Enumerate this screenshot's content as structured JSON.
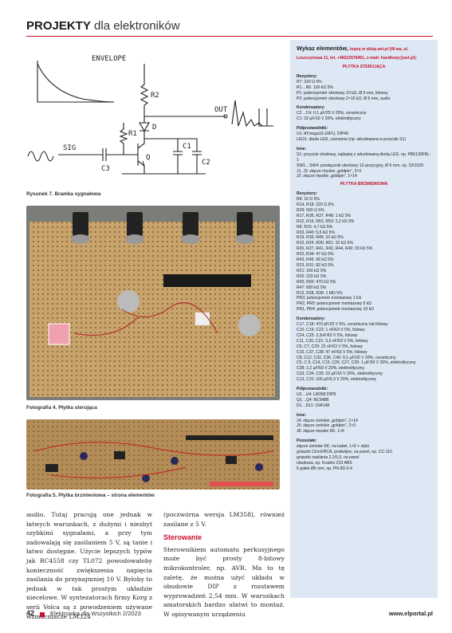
{
  "header": {
    "title_bold": "PROJEKTY",
    "title_rest": "dla elektroników"
  },
  "schematic": {
    "labels": {
      "envelope": "ENVELOPE",
      "out": "OUT",
      "sig": "SIG",
      "r1": "R1",
      "r2": "R2",
      "c1": "C1",
      "c2": "C2",
      "c3": "C3",
      "d": "D",
      "q": "Q"
    }
  },
  "captions": {
    "fig7": "Rysunek 7. Bramka sygnałowa",
    "photo4": "Fotografia 4. Płytka sterująca",
    "photo5": "Fotografia 5. Płytka brzmieniowa – strona elementów"
  },
  "body": {
    "col1": "audio. Tutaj pracują one jednak w łatwych warunkach, z dużymi i niezbyt szybkimi sygnałami, a przy tym zadowalają się zasilaniem 5 V, są tanie i łatwo dostępne. Użycie lepszych typów jak RC4558 czy TL072 powodowałoby konieczność zwiększenia napięcia zasilania do przynajmniej 10 V. Byłoby to jednak w tak prostym układzie niecelowe. W syntezatorach firmy Korg z serii Volca są z powodzeniem używane wzmacniacze LM324",
    "col2_intro": "(poczwórna wersja LM358), również zasilane z 5 V.",
    "section": "Sterowanie",
    "col2_text": "Sterownikiem automatu perkusyjnego może być prosty 8-bitowy mikrokontroler, np. AVR. Ma to tę zaletę, że można użyć układu w obudowie DIP z rozstawem wyprowadzeń 2,54 mm. W warunkach amatorskich bardzo ułatwi to montaż. W opisywanym urządzeniu"
  },
  "sidebar": {
    "title": "Wykaz elementów,",
    "title_extra": "kupuj w sklep.avt.pl (W-wa, ul. Leszczynowa 11, tel. +48222578451, e-mail: handlowy@avt.pl):",
    "board1": "PŁYTKA STERUJĄCA",
    "groups1": [
      {
        "head": "Rezystory:",
        "items": [
          "R7: 220 Ω 5%",
          "R1…R6: 100 kΩ 5%",
          "P1: potencjometr obrotowy 10 kΩ, Ø 6 mm, liniowy",
          "P2: potencjometr obrotowy 2×10 kΩ, Ø 6 mm, audio"
        ]
      },
      {
        "head": "Kondensatory:",
        "items": [
          "C2…C4: 0,1 µF/25 V 20%, ceramiczny",
          "C1: 22 µF/16 V 20%, elektrolityczny"
        ]
      },
      {
        "head": "Półprzewodniki:",
        "items": [
          "U1: ATmega16-16PU, DIP40",
          "LED1: dioda LED, czerwona (np. wbudowana w przycisk S1)"
        ]
      },
      {
        "head": "Inne:",
        "items": [
          "S1: przycisk chwilowy, najlepiej z wbudowaną diodą LED, np. PB6133F8L-1",
          "SW1…SW4: przełącznik obrotowy 12-pozycyjny, Ø 6 mm, np. CK1029",
          "J1, J3: złącze męskie „goldpin”, 2×3",
          "J2: złącze męskie „goldpin”, 1×14"
        ]
      }
    ],
    "board2": "PŁYTKA BRZMIENIOWA",
    "groups2": [
      {
        "head": "Rezystory:",
        "items": [
          "R9: 10 Ω 5%",
          "R14, R18: 220 Ω 5%",
          "R29: 560 Ω 5%",
          "R17, R36, R37, R48: 1 kΩ 5%",
          "R12, R16, R52, R53: 2,2 kΩ 5%",
          "R8, R15: 4,7 kΩ 5%",
          "R33, R40: 5,6 kΩ 5%",
          "R19, R35, R46: 10 kΩ 5%",
          "R10, R24, R30, R51: 22 kΩ 5%",
          "R26, R27, R41, R42, R44, R49: 33 kΩ 5%",
          "R22, R34: 47 kΩ 5%",
          "R43, R45: 68 kΩ 5%",
          "R23, R31: 82 kΩ 5%",
          "R21: 150 kΩ 5%",
          "R25: 220 kΩ 5%",
          "R20, R50: 470 kΩ 5%",
          "R47: 680 kΩ 5%",
          "R13, R28, R38: 1 MΩ 5%",
          "PR3: potencjometr montażowy 1 kΩ",
          "PR2, PR5: potencjometr montażowy 5 kΩ",
          "PR1, PR4: potencjometr montażowy 10 kΩ"
        ]
      },
      {
        "head": "Kondensatory:",
        "items": [
          "C17, C18: 470 pF/25 V 5%, ceramiczny lub foliowy",
          "C10, C19, C22: 1 nF/63 V 5%, foliowy",
          "C24, C25: 2,2nF/63 V 5%, foliowy",
          "C11, C20, C21: 3,3 nF/63 V 5%, foliowy",
          "C6, C7, C29: 22 nF/63 V 5%, foliowy",
          "C16, C37, C38: 47 nF/63 V 5%, foliowy",
          "C8, C12, C32, C36, C40: 0,1 µF/25 V 20%, ceramiczny",
          "C5, C 9, C14, C15, C26, C27, C39: 1 µF/50 V 20%, elektrolityczny",
          "C28: 2,2 µF/50 V 20%, elektrolityczny",
          "C33, C34, C35: 22 µF/16 V 20%, elektrolityczny",
          "C13, C31: 100 µF/6,3 V 20%, elektrolityczny"
        ]
      },
      {
        "head": "Półprzewodniki:",
        "items": [
          "U2…U4: LM358 DIP8",
          "Q1…Q4: BC548B",
          "D1…D11: 1N4148"
        ]
      },
      {
        "head": "Inne:",
        "items": [
          "J4: złącze żeńskie „goldpin”, 1×14",
          "J5: złącze żeńskie „goldpin”, 2×3",
          "J6: złącze męskie KK, 1×6"
        ]
      },
      {
        "head": "Pozostałe:",
        "items": [
          "złącze żeńskie KK, na kabel, 1×6 + styki",
          "gniazdo Cinch/RCA, podwójne, na panel, np. CC-110",
          "gniazdo zasilania 2,1/5,5, na panel",
          "obudowa, np. Kradex Z33 ABS",
          "6 gałek Ø6 mm, np. PN-9D-6.4"
        ]
      }
    ]
  },
  "footer": {
    "page": "42",
    "magazine": "Elektronika dla Wszystkich 2/2023",
    "url": "www.elportal.pl"
  }
}
